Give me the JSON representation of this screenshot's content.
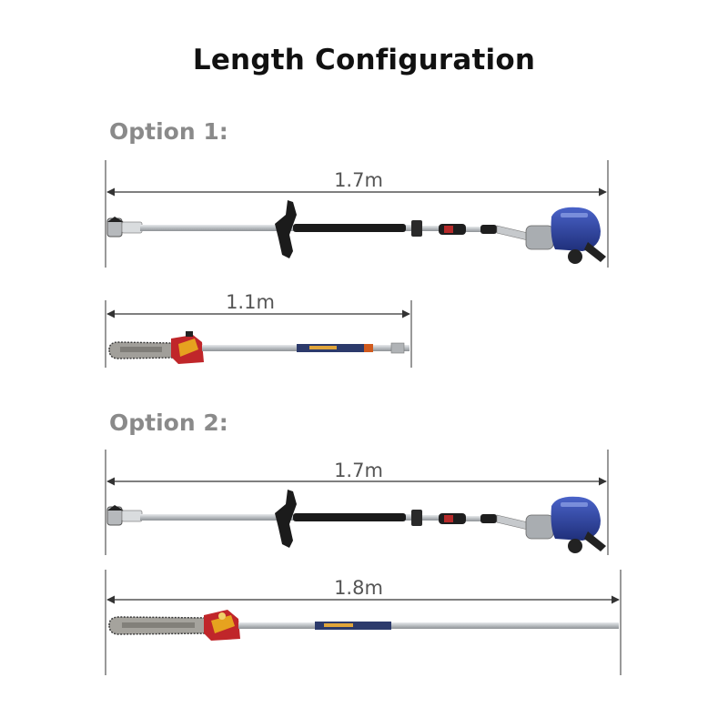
{
  "title": "Length Configuration",
  "options": [
    {
      "label": "Option 1:",
      "items": [
        {
          "name": "engine-pole",
          "length_label": "1.7m"
        },
        {
          "name": "chainsaw-extension",
          "length_label": "1.1m"
        }
      ]
    },
    {
      "label": "Option 2:",
      "items": [
        {
          "name": "engine-pole",
          "length_label": "1.7m"
        },
        {
          "name": "chainsaw-extension",
          "length_label": "1.8m"
        }
      ]
    }
  ],
  "colors": {
    "engine_blue": "#2b3f9c",
    "handle_black": "#1a1a1a",
    "shaft_silver": "#c9cccf",
    "saw_head_red": "#c0262a",
    "saw_head_yellow": "#e6a21f",
    "bar_gray": "#9a9a96"
  }
}
